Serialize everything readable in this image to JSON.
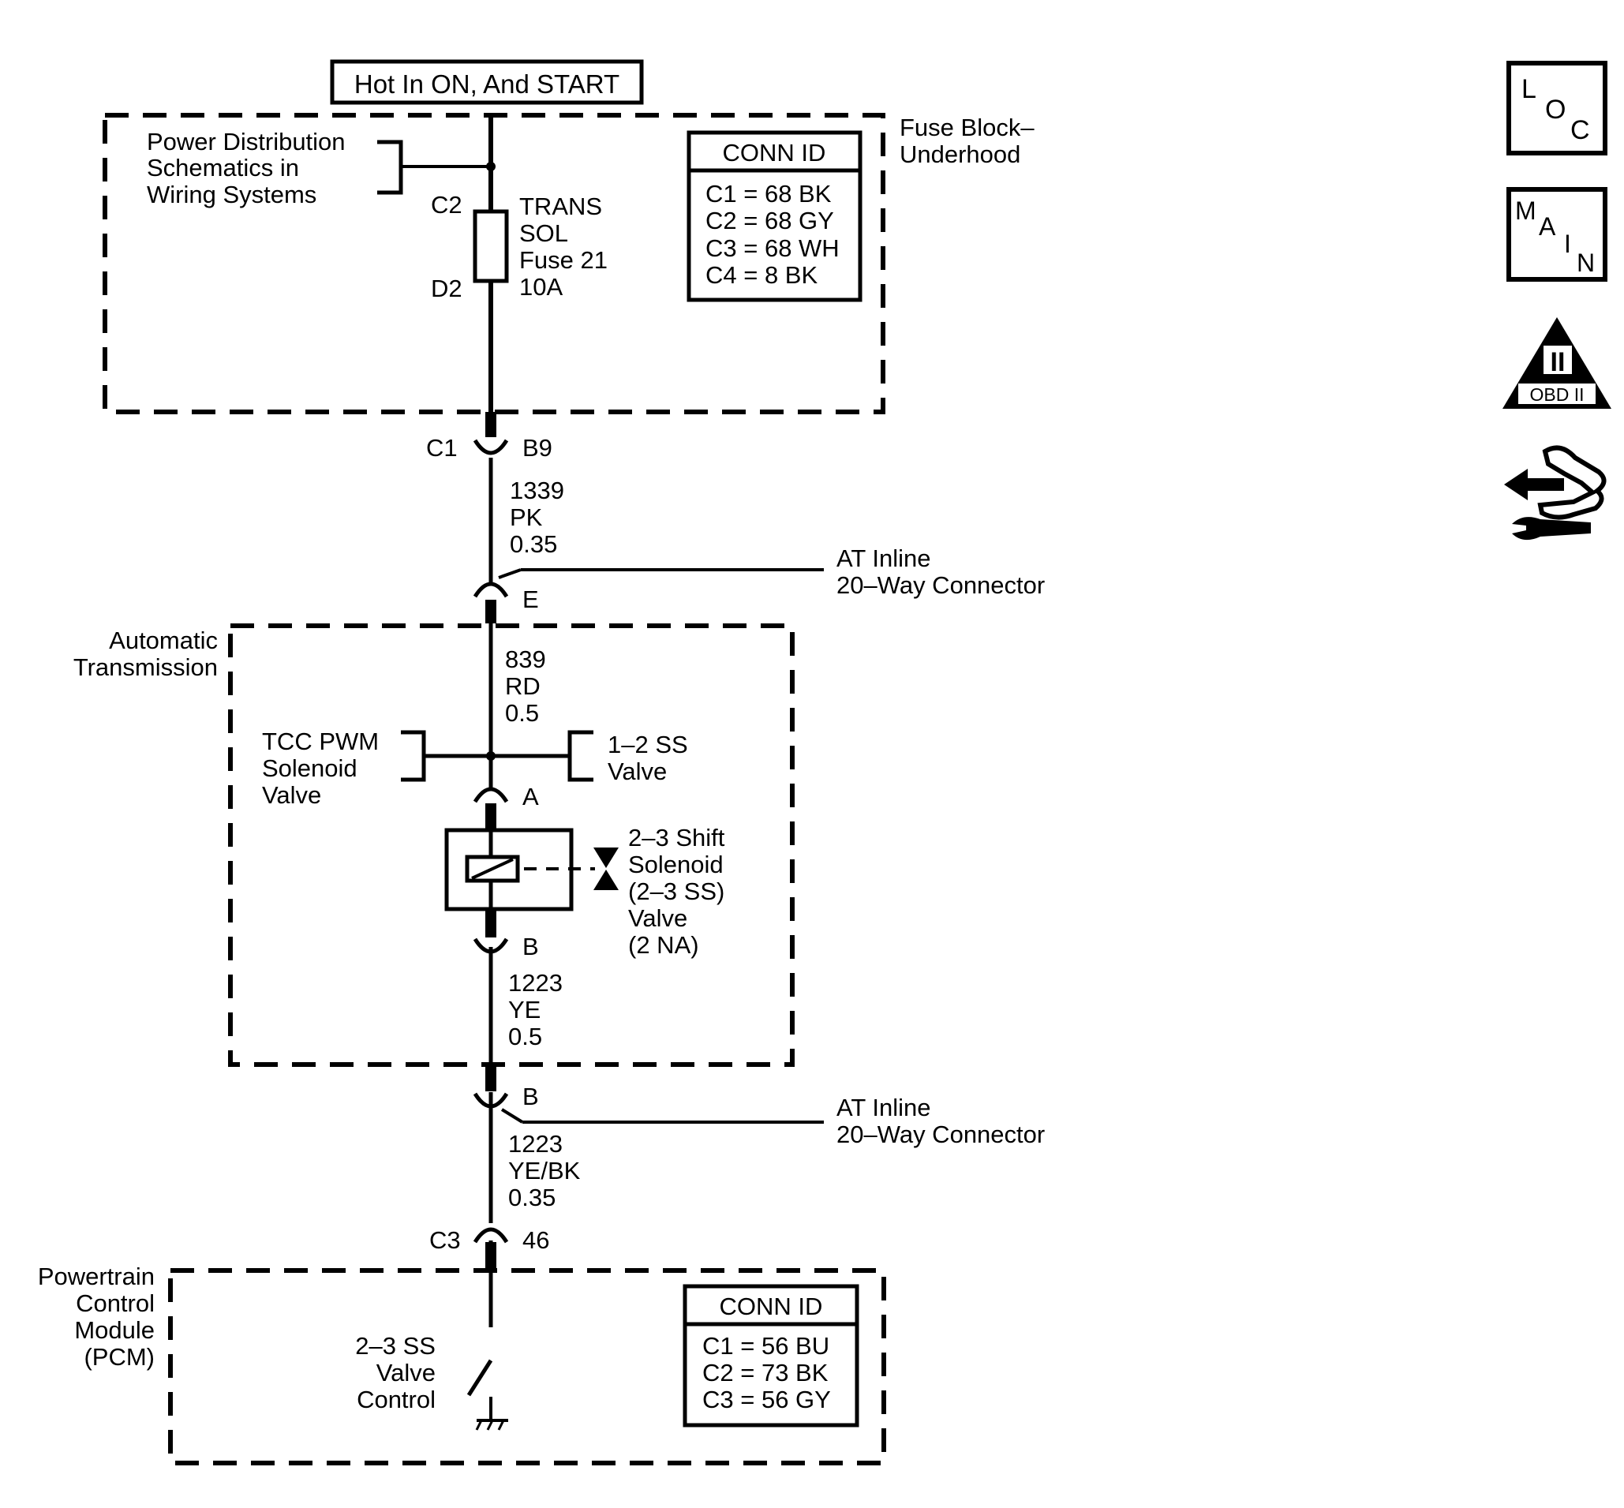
{
  "power_source": "Hot In ON, And START",
  "fuse_block": {
    "name": [
      "Fuse Block–",
      "Underhood"
    ],
    "power_dist_note": [
      "Power Distribution",
      "Schematics in",
      "Wiring Systems"
    ],
    "fuse_in_terminal": "C2",
    "fuse_out_terminal": "D2",
    "fuse_label": [
      "TRANS",
      "SOL",
      "Fuse 21",
      "10A"
    ],
    "conn_id": {
      "title": "CONN ID",
      "rows": [
        "C1 = 68 BK",
        "C2 = 68 GY",
        "C3 = 68 WH",
        "C4 = 8 BK"
      ]
    }
  },
  "connector_c1_b9": {
    "left": "C1",
    "right": "B9"
  },
  "wire_1": [
    "1339",
    "PK",
    "0.35"
  ],
  "inline_connector_top": {
    "label": [
      "AT Inline",
      "20–Way Connector"
    ],
    "pin": "E"
  },
  "automatic_transmission": {
    "name": [
      "Automatic",
      "Transmission"
    ],
    "wire_2": [
      "839",
      "RD",
      "0.5"
    ],
    "tcc_pwm": [
      "TCC PWM",
      "Solenoid",
      "Valve"
    ],
    "ss_12": [
      "1–2 SS",
      "Valve"
    ],
    "pin_a": "A",
    "solenoid_label": [
      "2–3 Shift",
      "Solenoid",
      "(2–3 SS)",
      "Valve",
      "(2 NA)"
    ],
    "pin_b": "B",
    "wire_3": [
      "1223",
      "YE",
      "0.5"
    ]
  },
  "inline_connector_bottom": {
    "label": [
      "AT Inline",
      "20–Way Connector"
    ],
    "pin": "B"
  },
  "wire_4": [
    "1223",
    "YE/BK",
    "0.35"
  ],
  "connector_c3_46": {
    "left": "C3",
    "right": "46"
  },
  "pcm": {
    "name": [
      "Powertrain",
      "Control",
      "Module",
      "(PCM)"
    ],
    "control_label": [
      "2–3 SS",
      "Valve",
      "Control"
    ],
    "conn_id": {
      "title": "CONN ID",
      "rows": [
        "C1 = 56 BU",
        "C2 = 73 BK",
        "C3 = 56 GY"
      ]
    }
  },
  "side_icons": {
    "loc": {
      "icon": "loc-icon",
      "letters": [
        "L",
        "O",
        "C"
      ]
    },
    "main": {
      "icon": "main-icon",
      "letters": [
        "M",
        "A",
        "I",
        "N"
      ]
    },
    "obd": {
      "icon": "obd-ii-warning-icon",
      "text": "OBD II",
      "numeral": "II"
    },
    "tool": {
      "icon": "hand-wrench-arrow-icon"
    }
  }
}
